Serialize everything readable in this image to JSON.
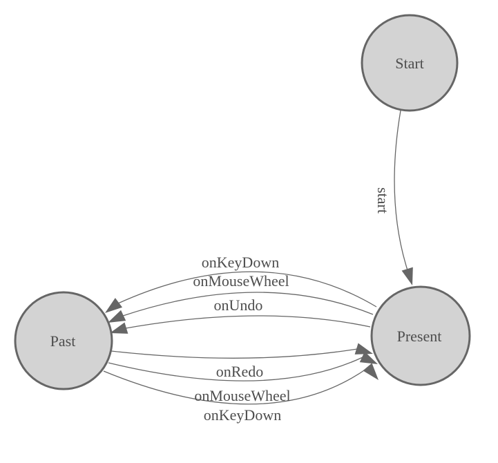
{
  "diagram_type": "state-machine",
  "colors": {
    "background": "#ffffff",
    "node_fill": "#d3d3d3",
    "node_border": "#666666",
    "edge": "#666666",
    "arrowhead": "#666666",
    "text": "#4d4d4d"
  },
  "nodes": [
    {
      "id": "start",
      "label": "Start"
    },
    {
      "id": "present",
      "label": "Present"
    },
    {
      "id": "past",
      "label": "Past"
    }
  ],
  "edges": [
    {
      "from": "Start",
      "to": "Present",
      "label": "start"
    },
    {
      "from": "Present",
      "to": "Past",
      "label": "onKeyDown"
    },
    {
      "from": "Present",
      "to": "Past",
      "label": "onMouseWheel"
    },
    {
      "from": "Present",
      "to": "Past",
      "label": "onUndo"
    },
    {
      "from": "Past",
      "to": "Present",
      "label": "onRedo"
    },
    {
      "from": "Past",
      "to": "Present",
      "label": "onMouseWheel"
    },
    {
      "from": "Past",
      "to": "Present",
      "label": "onKeyDown"
    }
  ]
}
